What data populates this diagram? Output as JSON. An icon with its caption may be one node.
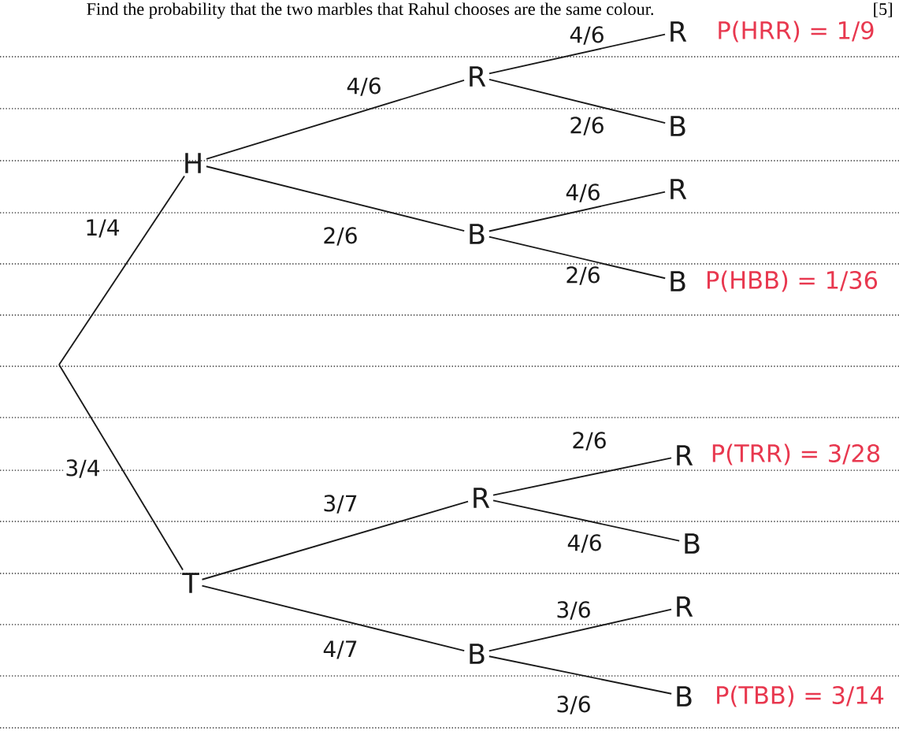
{
  "diagram": {
    "nodes": [
      {
        "text": [
          "H"
        ]
      },
      {
        "text": [
          "T"
        ]
      },
      {
        "text": [
          "R"
        ]
      },
      {
        "text": [
          "B"
        ]
      },
      {
        "text": [
          "R"
        ],
        "beside": [
          "P(HRR) = 1/9"
        ]
      },
      {
        "text": [
          "B"
        ]
      },
      {
        "text": [
          "R"
        ]
      },
      {
        "text": [
          "B"
        ],
        "beside": [
          "P(HBB) = 1/36"
        ]
      },
      {
        "text": [
          "R"
        ]
      },
      {
        "text": [
          "B"
        ]
      },
      {
        "text": [
          "R"
        ],
        "beside": [
          "P(TRR) = 3/28"
        ]
      },
      {
        "text": [
          "B"
        ]
      },
      {
        "text": [
          "R"
        ]
      },
      {
        "text": [
          "B"
        ],
        "beside": [
          "P(TBB) = 3/14"
        ]
      }
    ],
    "edges": [
      {
        "from": null,
        "to": 0,
        "arrow": "none",
        "label": "1/4"
      },
      {
        "from": null,
        "to": 1,
        "arrow": "none",
        "label": "3/4"
      },
      {
        "from": 0,
        "to": 2,
        "arrow": "none",
        "label": "4/6"
      },
      {
        "from": 0,
        "to": 3,
        "arrow": "none",
        "label": "2/6"
      },
      {
        "from": 2,
        "to": 4,
        "arrow": "none",
        "label": "4/6"
      },
      {
        "from": 2,
        "to": 5,
        "arrow": "none",
        "label": "2/6"
      },
      {
        "from": 3,
        "to": 6,
        "arrow": "none",
        "label": "4/6"
      },
      {
        "from": 3,
        "to": 7,
        "arrow": "none",
        "label": "2/6"
      },
      {
        "from": 1,
        "to": 8,
        "arrow": "none",
        "label": "3/7"
      },
      {
        "from": 1,
        "to": 9,
        "arrow": "none",
        "label": "4/7"
      },
      {
        "from": 8,
        "to": 10,
        "arrow": "none",
        "label": "2/6"
      },
      {
        "from": 8,
        "to": 11,
        "arrow": "none",
        "label": "4/6"
      },
      {
        "from": 9,
        "to": 12,
        "arrow": "none",
        "label": "3/6"
      },
      {
        "from": 9,
        "to": 13,
        "arrow": "none",
        "label": "3/6"
      }
    ],
    "labels": [
      "Find the probability that the two marbles that Rahul chooses are the same colour.",
      "[5]"
    ]
  }
}
